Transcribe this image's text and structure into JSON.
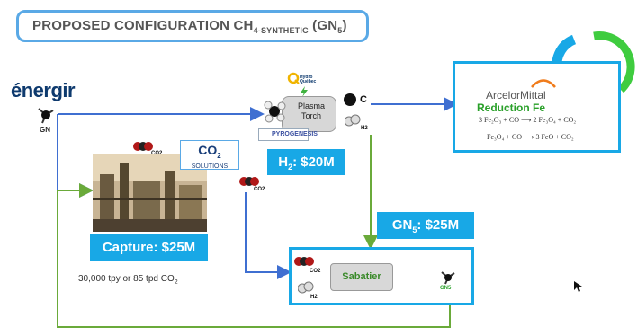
{
  "title": {
    "main": "PROPOSED CONFIGURATION CH",
    "sub": "4-SYNTHETIC",
    "suffix": " (GN",
    "suffix_sub": "5",
    "end": ")"
  },
  "energir": {
    "brand": "énergir",
    "gn_label": "GN"
  },
  "plasma": {
    "hq_line1": "Hydro",
    "hq_line2": "Québec",
    "label_line1": "Plasma",
    "label_line2": "Torch",
    "pyro": "PYROGENESIS",
    "c_label": "C",
    "h2_label": "H2"
  },
  "costs": {
    "h2": {
      "prefix": "H",
      "sub": "2",
      "text": ": $20M"
    },
    "capture": "Capture: $25M",
    "gn5": {
      "prefix": "GN",
      "sub": "5",
      "text": ": $25M"
    }
  },
  "co2_solutions": {
    "big": "CO",
    "big_sub": "2",
    "small": "SOLUTIONS",
    "molecule_label": "CO2"
  },
  "capacity": {
    "text": "30,000 tpy or 85 tpd CO",
    "sub": "2"
  },
  "arcelormittal": {
    "name": "ArcelorMittal",
    "title": "Reduction  Fe",
    "eq1": "3 Fe₂O₃ + CO ⟶ 2 Fe₃O₄ + CO₂",
    "eq2": "Fe₃O₄ + CO ⟶ 3 FeO + CO₂"
  },
  "sabatier": {
    "label": "Sabatier",
    "co2": "CO2",
    "h2": "H2",
    "gn5": "GN5"
  },
  "colors": {
    "blue_arrow": "#3f6fd1",
    "green_arrow": "#6aaa3a",
    "accent": "#18a8e6"
  }
}
